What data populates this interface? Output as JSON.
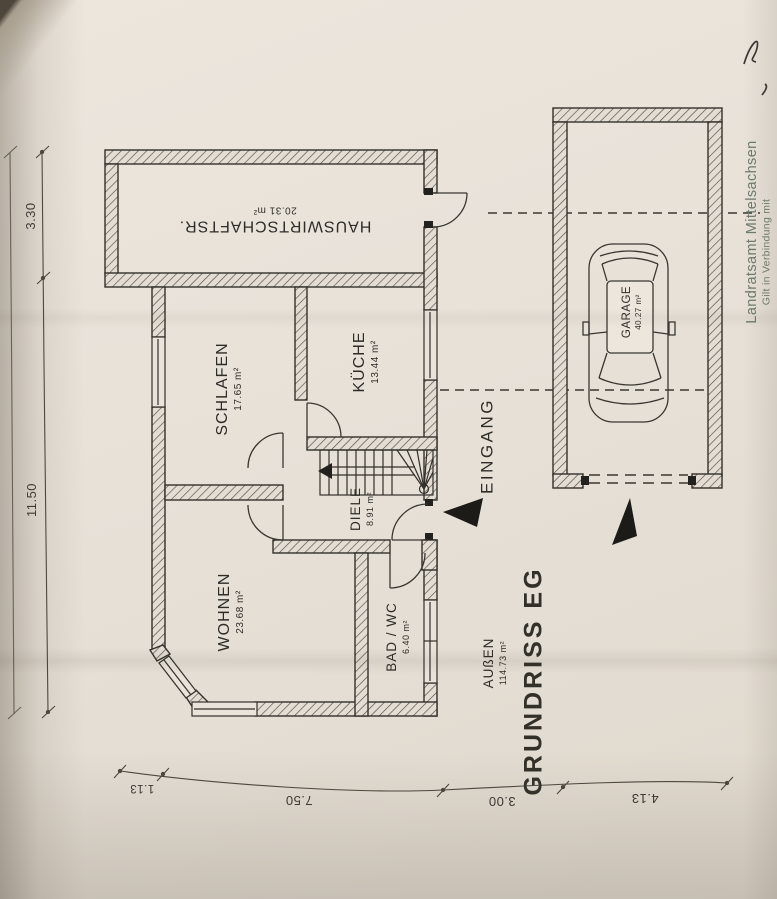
{
  "plan": {
    "title": "GRUNDRISS EG",
    "rooms": [
      {
        "id": "hauswirtschaftsraum",
        "name": "HAUSWIRTSCHAFTSR.",
        "area": "20.31 m²"
      },
      {
        "id": "schlafen",
        "name": "SCHLAFEN",
        "area": "17.65 m²"
      },
      {
        "id": "kueche",
        "name": "KÜCHE",
        "area": "13.44 m²"
      },
      {
        "id": "diele",
        "name": "DIELE",
        "area": "8.91 m²"
      },
      {
        "id": "wohnen",
        "name": "WOHNEN",
        "area": "23.68 m²"
      },
      {
        "id": "bad_wc",
        "name": "BAD / WC",
        "area": "6.40 m²"
      },
      {
        "id": "garage",
        "name": "GARAGE",
        "area": "40.27 m²"
      }
    ],
    "annotations": {
      "entrance": "EINGANG",
      "outdoor_name": "AUßEN",
      "outdoor_area": "114.73 m²"
    },
    "dimensions": {
      "left_vertical": [
        "3.30",
        "11.50"
      ],
      "bottom_horizontal": [
        "1.13",
        "7.50",
        "3.00",
        "4.13"
      ]
    },
    "stamp": {
      "line1": "Landratsamt Mittelsachsen",
      "line2": "Gilt in Verbindung mit"
    },
    "colors": {
      "paper": "#e7e1d8",
      "ink": "#33302b",
      "stamp_ink": "#6d7b6f"
    }
  }
}
